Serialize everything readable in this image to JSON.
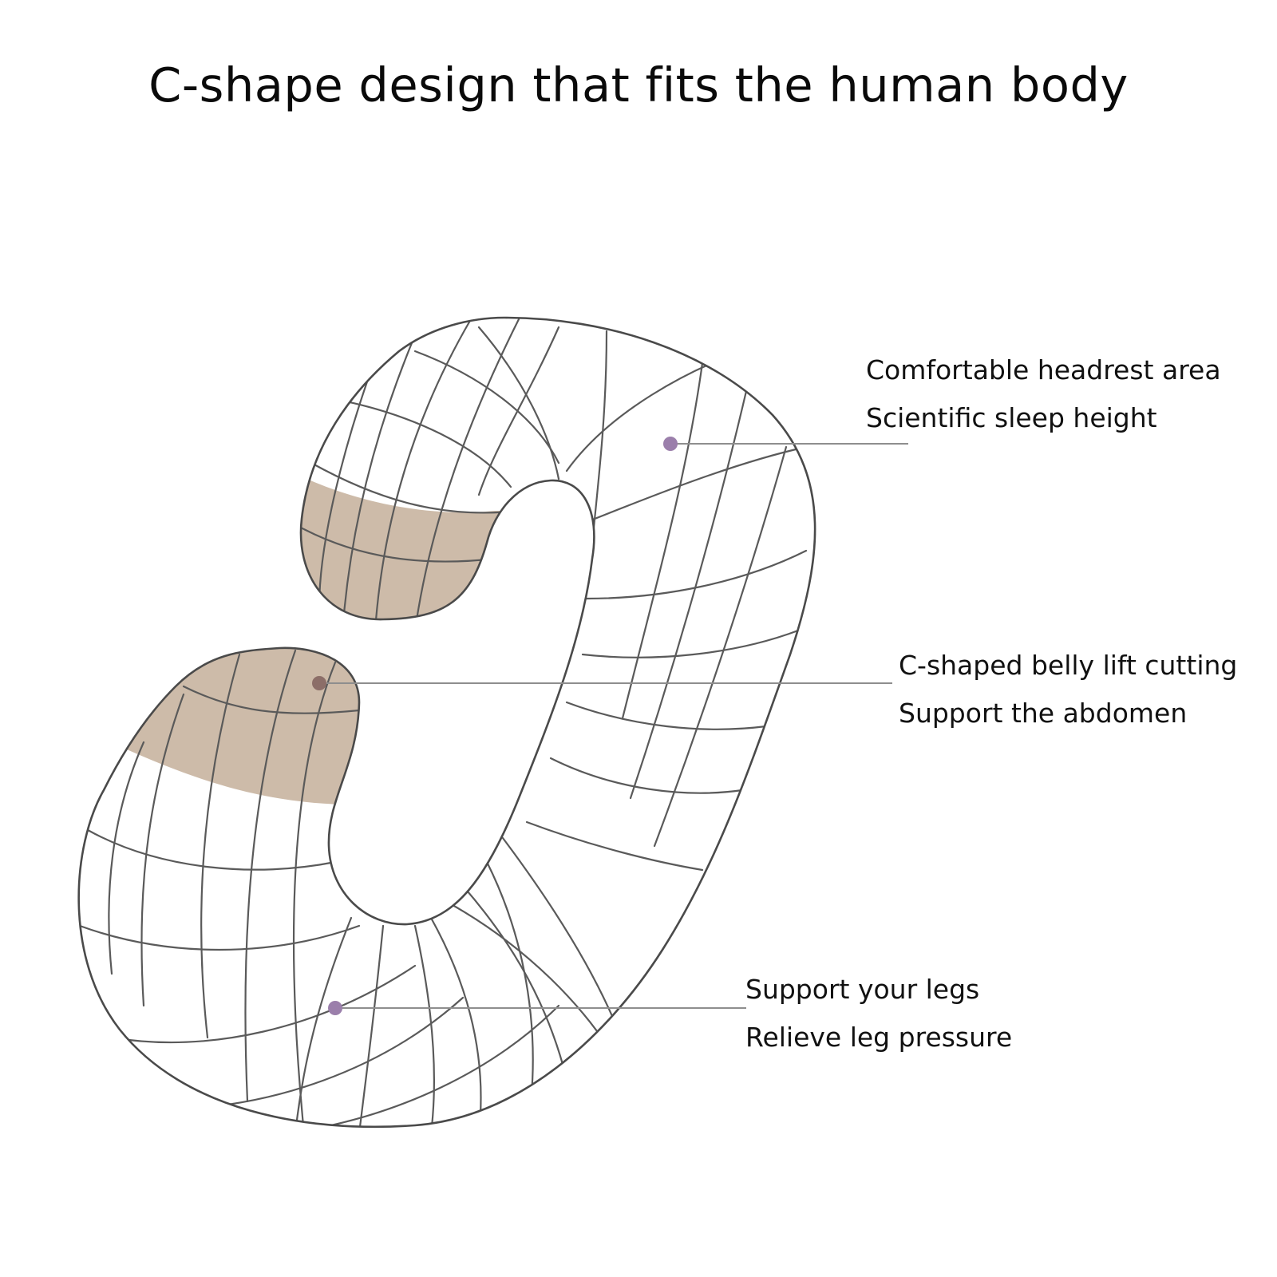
{
  "title": "C-shape design that fits the human body",
  "callouts": [
    {
      "lines": [
        "Comfortable headrest area",
        "Scientific sleep height"
      ],
      "dot_color": "#9b7fab"
    },
    {
      "lines": [
        "C-shaped belly lift cutting",
        "Support the abdomen"
      ],
      "dot_color": "#8c6e68"
    },
    {
      "lines": [
        "Support your legs",
        "Relieve leg pressure"
      ],
      "dot_color": "#9b7fab"
    }
  ],
  "colors": {
    "mesh_stroke": "#5a5a5a",
    "accent_fill": "#cdbba9",
    "leader_line": "#8e8e8e"
  }
}
